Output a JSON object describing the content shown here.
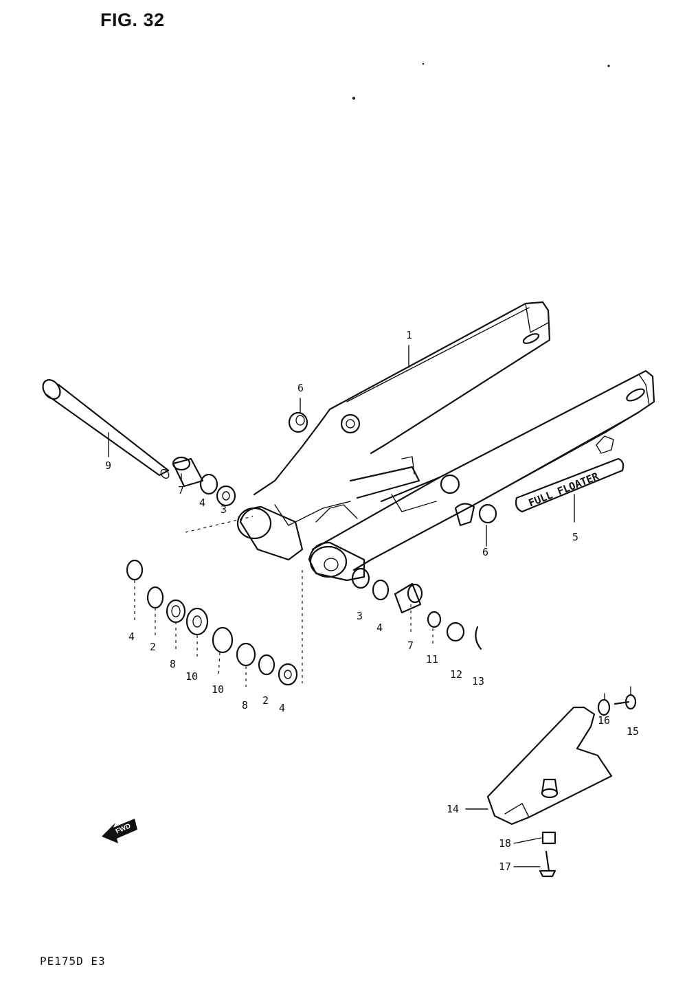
{
  "figure": {
    "title": "FIG. 32",
    "model_code": "PE175D E3",
    "badge_text": "FULL FLOATER",
    "fwd_text": "FWD"
  },
  "callouts": [
    {
      "id": "c1",
      "text": "1"
    },
    {
      "id": "c2a",
      "text": "2"
    },
    {
      "id": "c2b",
      "text": "2"
    },
    {
      "id": "c3a",
      "text": "3"
    },
    {
      "id": "c3b",
      "text": "3"
    },
    {
      "id": "c4a",
      "text": "4"
    },
    {
      "id": "c4b",
      "text": "4"
    },
    {
      "id": "c4c",
      "text": "4"
    },
    {
      "id": "c4d",
      "text": "4"
    },
    {
      "id": "c5",
      "text": "5"
    },
    {
      "id": "c6a",
      "text": "6"
    },
    {
      "id": "c6b",
      "text": "6"
    },
    {
      "id": "c7a",
      "text": "7"
    },
    {
      "id": "c7b",
      "text": "7"
    },
    {
      "id": "c8a",
      "text": "8"
    },
    {
      "id": "c8b",
      "text": "8"
    },
    {
      "id": "c9",
      "text": "9"
    },
    {
      "id": "c10a",
      "text": "10"
    },
    {
      "id": "c10b",
      "text": "10"
    },
    {
      "id": "c11",
      "text": "11"
    },
    {
      "id": "c12",
      "text": "12"
    },
    {
      "id": "c13",
      "text": "13"
    },
    {
      "id": "c14",
      "text": "14"
    },
    {
      "id": "c15",
      "text": "15"
    },
    {
      "id": "c16",
      "text": "16"
    },
    {
      "id": "c17",
      "text": "17"
    },
    {
      "id": "c18",
      "text": "18"
    }
  ]
}
